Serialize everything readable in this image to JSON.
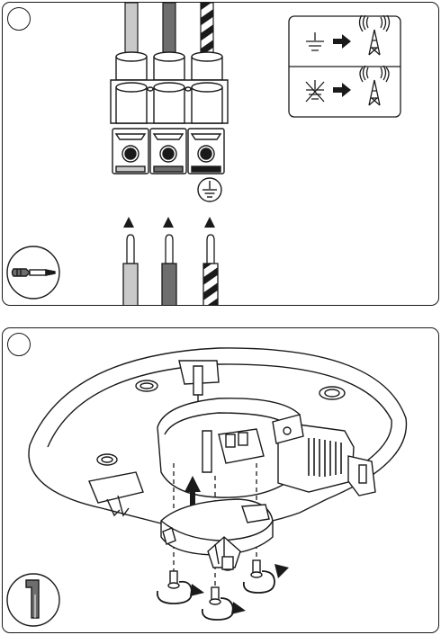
{
  "steps": [
    {
      "number": "",
      "tool": "screwdriver-icon"
    },
    {
      "number": "",
      "tool": "allen-key-icon"
    }
  ],
  "legend": [
    {
      "from": "earth-ground-icon",
      "to": "radio-tower-icon"
    },
    {
      "from": "crossed-ground-icon",
      "to": "radio-tower-icon"
    }
  ],
  "wires": [
    {
      "id": "left",
      "color": "#c9c9c9",
      "pattern": "solid"
    },
    {
      "id": "middle",
      "color": "#6e6e6e",
      "pattern": "solid"
    },
    {
      "id": "right",
      "color": "#1a1a1a",
      "pattern": "striped"
    }
  ],
  "terminal_symbol": "earth-ground-icon",
  "screws": {
    "count": 3,
    "action": "unscrew"
  }
}
